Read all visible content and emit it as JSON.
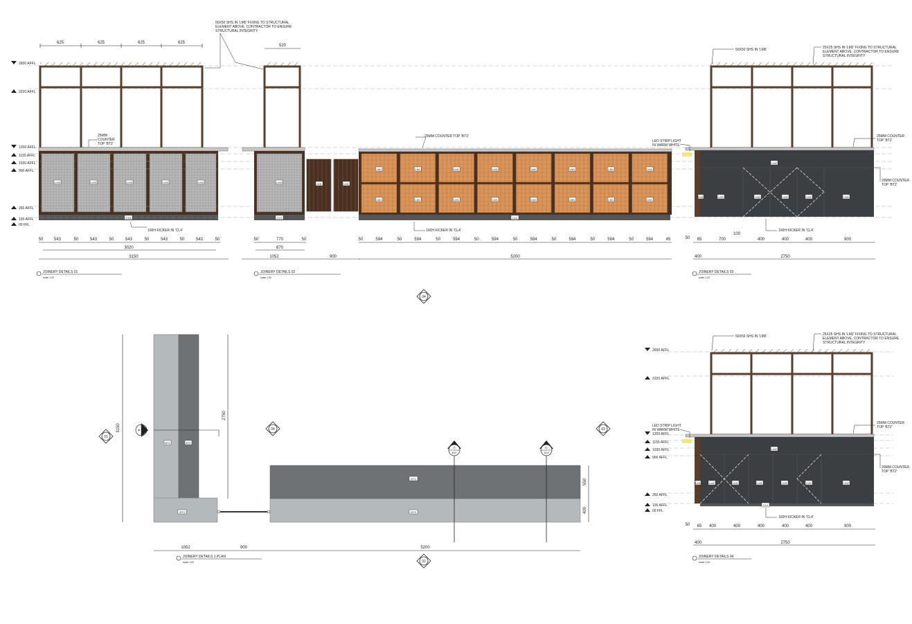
{
  "colors": {
    "frame": "#5a3d2b",
    "glass": "#ffffff",
    "metal": "#a9a9a9",
    "timber_orange": "#d9955a",
    "timber_dark": "#4a3020",
    "charcoal": "#3c3f41",
    "kicker": "#555555",
    "plan_light": "#b4b9bc",
    "plan_dark": "#6e7275",
    "line": "#222222",
    "led": "#f2e15a"
  },
  "levels": {
    "l2600": "2600 AFFL",
    "l2220": "2220 AFFL",
    "l1200": "1200 AFFL",
    "l1155": "1155 AFFL",
    "l1030": "1030 AFFL",
    "l900": "900 AFFL",
    "l260": "260 AFFL",
    "l100": "100 AFFL",
    "l00": "00 FFL"
  },
  "notes": {
    "shs_50": "50X50 SHS IN 'LM5' FIXING TO STRUCTURAL ELEMENT ABOVE, CONTRACTOR TO ENSURE STRUCTURAL INTEGRITY",
    "shs_50_short": "50X50 SHS IN 'LM5'",
    "shs_25": "25X25 SHS IN 'LM2' FIXING TO STRUCTURAL ELEMENT ABOVE, CONTRACTOR TO ENSURE STRUCTURAL INTEGRITY",
    "counter_25_bt2": "25MM COUNTER TOP 'BT2'",
    "counter_25_bt3": "25MM COUNTER TOP 'BT3'",
    "counter_20_bt2": "20MM COUNTER TOP 'BT2'",
    "led": "LED STRIP LIGHT IN WARM WHITE",
    "kicker": "100H KICKER IN 'CL4'"
  },
  "tags": {
    "lm3": "LM3",
    "lm1": "LM1",
    "lm2": "LM2",
    "cl4": "CL4",
    "bt2": "BT2",
    "bt1": "BT1",
    "bt3": "BT3"
  },
  "dims": {
    "d625": "625",
    "d520": "520",
    "d50": "50",
    "d543": "543",
    "d3020": "3020",
    "d3150": "3150",
    "d770": "770",
    "d870": "870",
    "d1052": "1052",
    "d900": "900",
    "d594": "594",
    "d45": "45",
    "d5200": "5200",
    "d65": "65",
    "d700": "700",
    "d100": "100",
    "d400": "400",
    "d2750": "2750",
    "d2750v": "2750",
    "d3150v": "3150",
    "d550": "550",
    "d400v": "400"
  },
  "titles": {
    "t1": "JOINERY DETAILS 01",
    "t2": "JOINERY DETAILS 02",
    "t3": "JOINERY DETAILS 03",
    "t4": "JOINERY DETAILS 1 PLAN",
    "t5": "JOINERY DETAILS 04",
    "scale": "scale 1:20"
  },
  "markers": {
    "m01": "01",
    "m02": "02",
    "m03": "03",
    "m04": "04",
    "secA_letter": "A",
    "secB_letter": "B",
    "secC_letter": "C",
    "sheet_ref": "A11"
  }
}
